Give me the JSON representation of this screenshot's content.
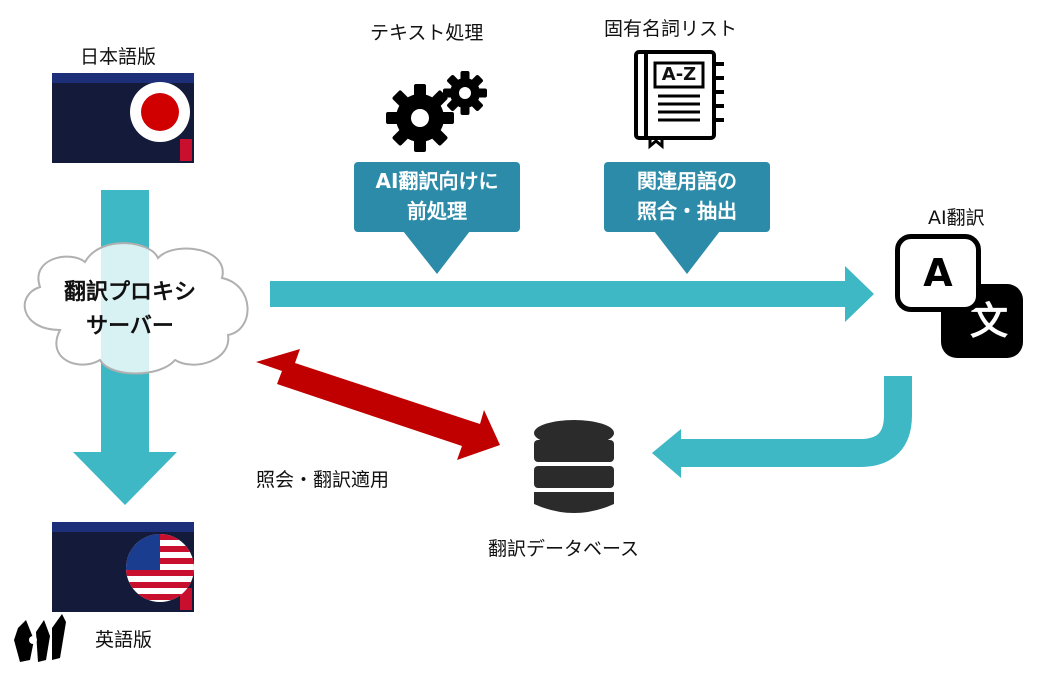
{
  "labels": {
    "japanese_version": "日本語版",
    "english_version": "英語版",
    "text_processing": "テキスト処理",
    "proper_noun_list": "固有名詞リスト",
    "ai_translation": "AI翻訳",
    "lookup_apply": "照会・翻訳適用",
    "translation_db": "翻訳データベース"
  },
  "banners": {
    "preprocess_line1": "AI翻訳向けに",
    "preprocess_line2": "前処理",
    "terms_line1": "関連用語の",
    "terms_line2": "照合・抽出"
  },
  "proxy": {
    "line1": "翻訳プロキシ",
    "line2": "サーバー"
  },
  "book_cover_text": "A-Z",
  "ai_icon": {
    "letter_a": "A",
    "letter_wen": "文"
  },
  "colors": {
    "teal_arrow": "#3db8c4",
    "banner_blue": "#2b8ba8",
    "red_arrow": "#c00000",
    "japan_red": "#d00000",
    "usa_blue": "#1b3d8f",
    "usa_red": "#c8102e"
  },
  "icons": {
    "gears": "gears-icon",
    "book": "dictionary-book-icon",
    "translate": "translate-icon",
    "database": "database-icon",
    "cloud": "cloud-icon",
    "japan_flag": "japan-flag-icon",
    "usa_flag": "usa-flag-icon",
    "hands": "raised-hands-icon"
  }
}
